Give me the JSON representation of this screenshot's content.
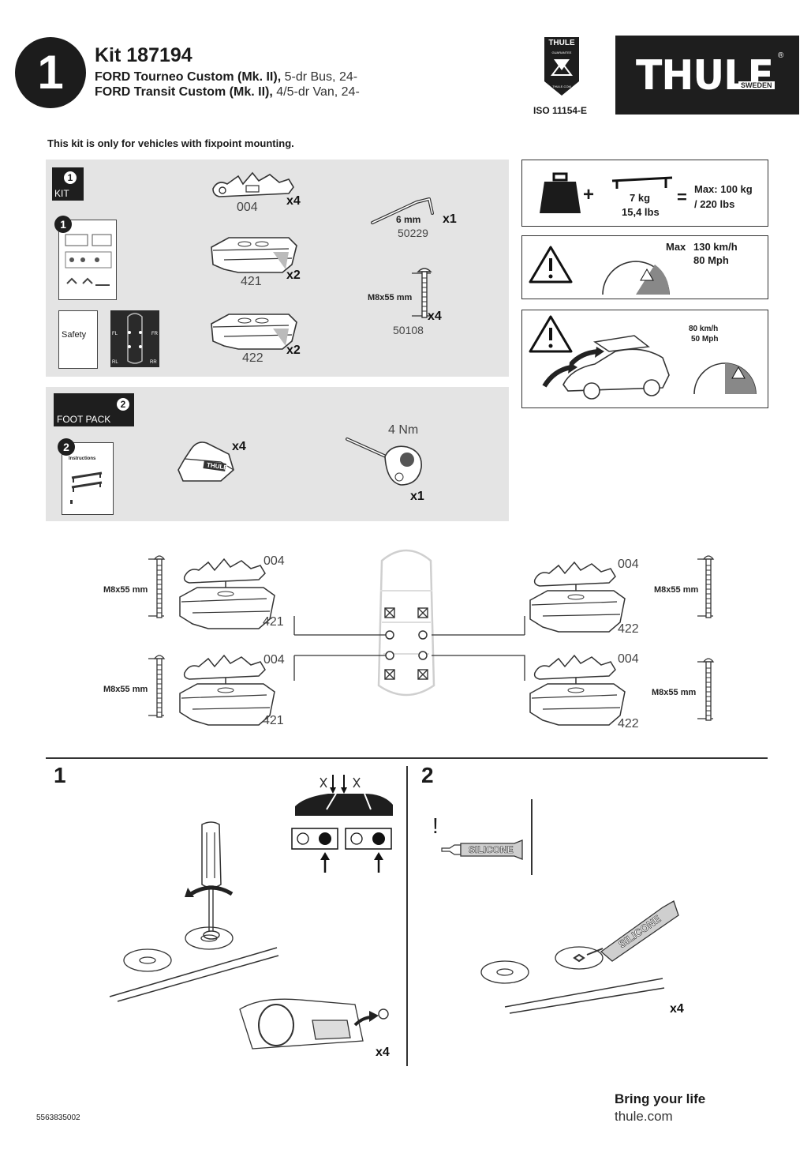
{
  "header": {
    "step_badge": "1",
    "kit_title": "Kit 187194",
    "vehicle_1_model": "FORD Tourneo Custom (Mk. II),",
    "vehicle_1_detail": " 5-dr Bus, 24-",
    "vehicle_2_model": "FORD Transit Custom (Mk. II),",
    "vehicle_2_detail": " 4/5-dr Van, 24-",
    "guarantee_brand": "THULE",
    "guarantee_text": "GUARANTEE",
    "guarantee_url": "THULE.COM",
    "iso": "ISO 11154-E",
    "logo_text": "THULE",
    "logo_sub": "SWEDEN",
    "logo_reg": "®"
  },
  "notice": "This kit is only for vehicles with fixpoint mounting.",
  "kit_panel": {
    "badge_number": "1",
    "badge_label": "KIT",
    "manual_number": "1",
    "safety_label": "Safety",
    "diagram_corners": [
      "FL",
      "FR",
      "RL",
      "RR"
    ],
    "parts": [
      {
        "code": "004",
        "qty": "x4"
      },
      {
        "code": "421",
        "qty": "x2"
      },
      {
        "code": "422",
        "qty": "x2"
      },
      {
        "code": "50229",
        "size": "6 mm",
        "qty": "x1"
      },
      {
        "code": "50108",
        "size": "M8x55 mm",
        "qty": "x4"
      }
    ]
  },
  "foot_panel": {
    "badge_number": "2",
    "badge_label": "FOOT PACK",
    "manual_number": "2",
    "instructions_label": "Instructions",
    "foot_qty": "x4",
    "foot_brand": "THULE",
    "torque": "4 Nm",
    "torque_qty": "x1"
  },
  "specs": {
    "weight": "7 kg",
    "weight_lbs": "15,4 lbs",
    "max_load": "Max: 100 kg",
    "max_load_lbs": "/ 220 lbs",
    "max_speed_label": "Max",
    "max_speed_kmh": "130 km/h",
    "max_speed_mph": "80 Mph",
    "curve_speed_kmh": "80 km/h",
    "curve_speed_mph": "50 Mph"
  },
  "layout_diagram": {
    "bolt_label": "M8x55 mm",
    "clamp_code": "004",
    "left_pad": "421",
    "right_pad": "422"
  },
  "steps": [
    {
      "number": "1",
      "qty": "x4"
    },
    {
      "number": "2",
      "qty": "x4",
      "tube_label": "SILICONE",
      "warning": "!"
    }
  ],
  "footer": {
    "doc_number": "5563835002",
    "tagline": "Bring your life",
    "website": "thule.com"
  }
}
